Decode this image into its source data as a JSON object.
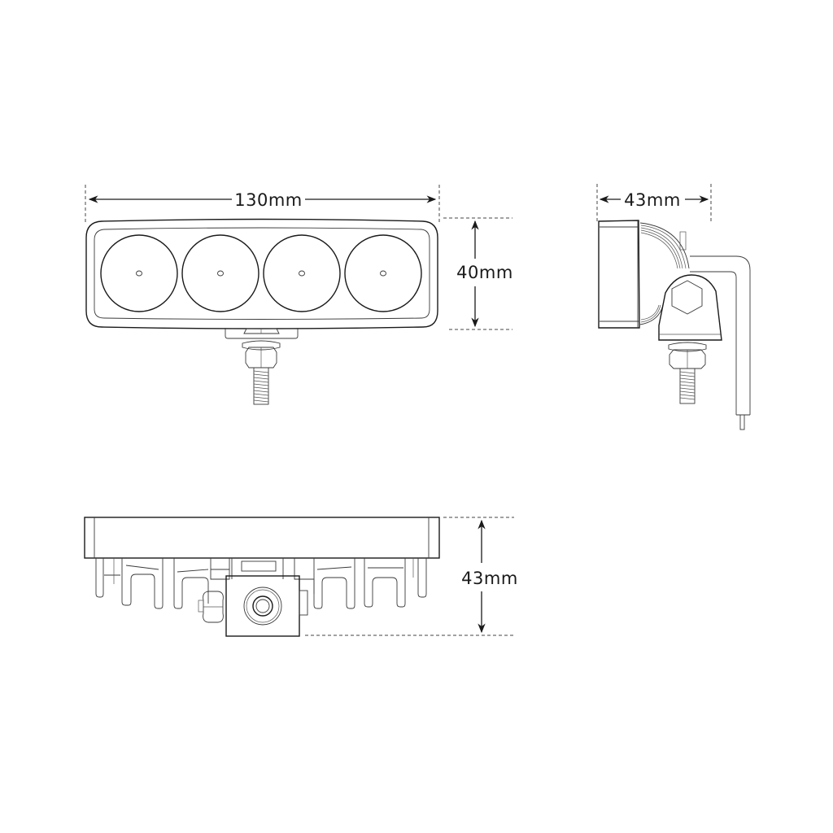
{
  "drawing": {
    "subject": "LED work light dimension drawing",
    "views": {
      "front": {
        "width_label": "130mm",
        "height_label": "40mm",
        "led_count": 4
      },
      "side": {
        "depth_label": "43mm"
      },
      "top": {
        "height_label": "43mm"
      }
    }
  }
}
